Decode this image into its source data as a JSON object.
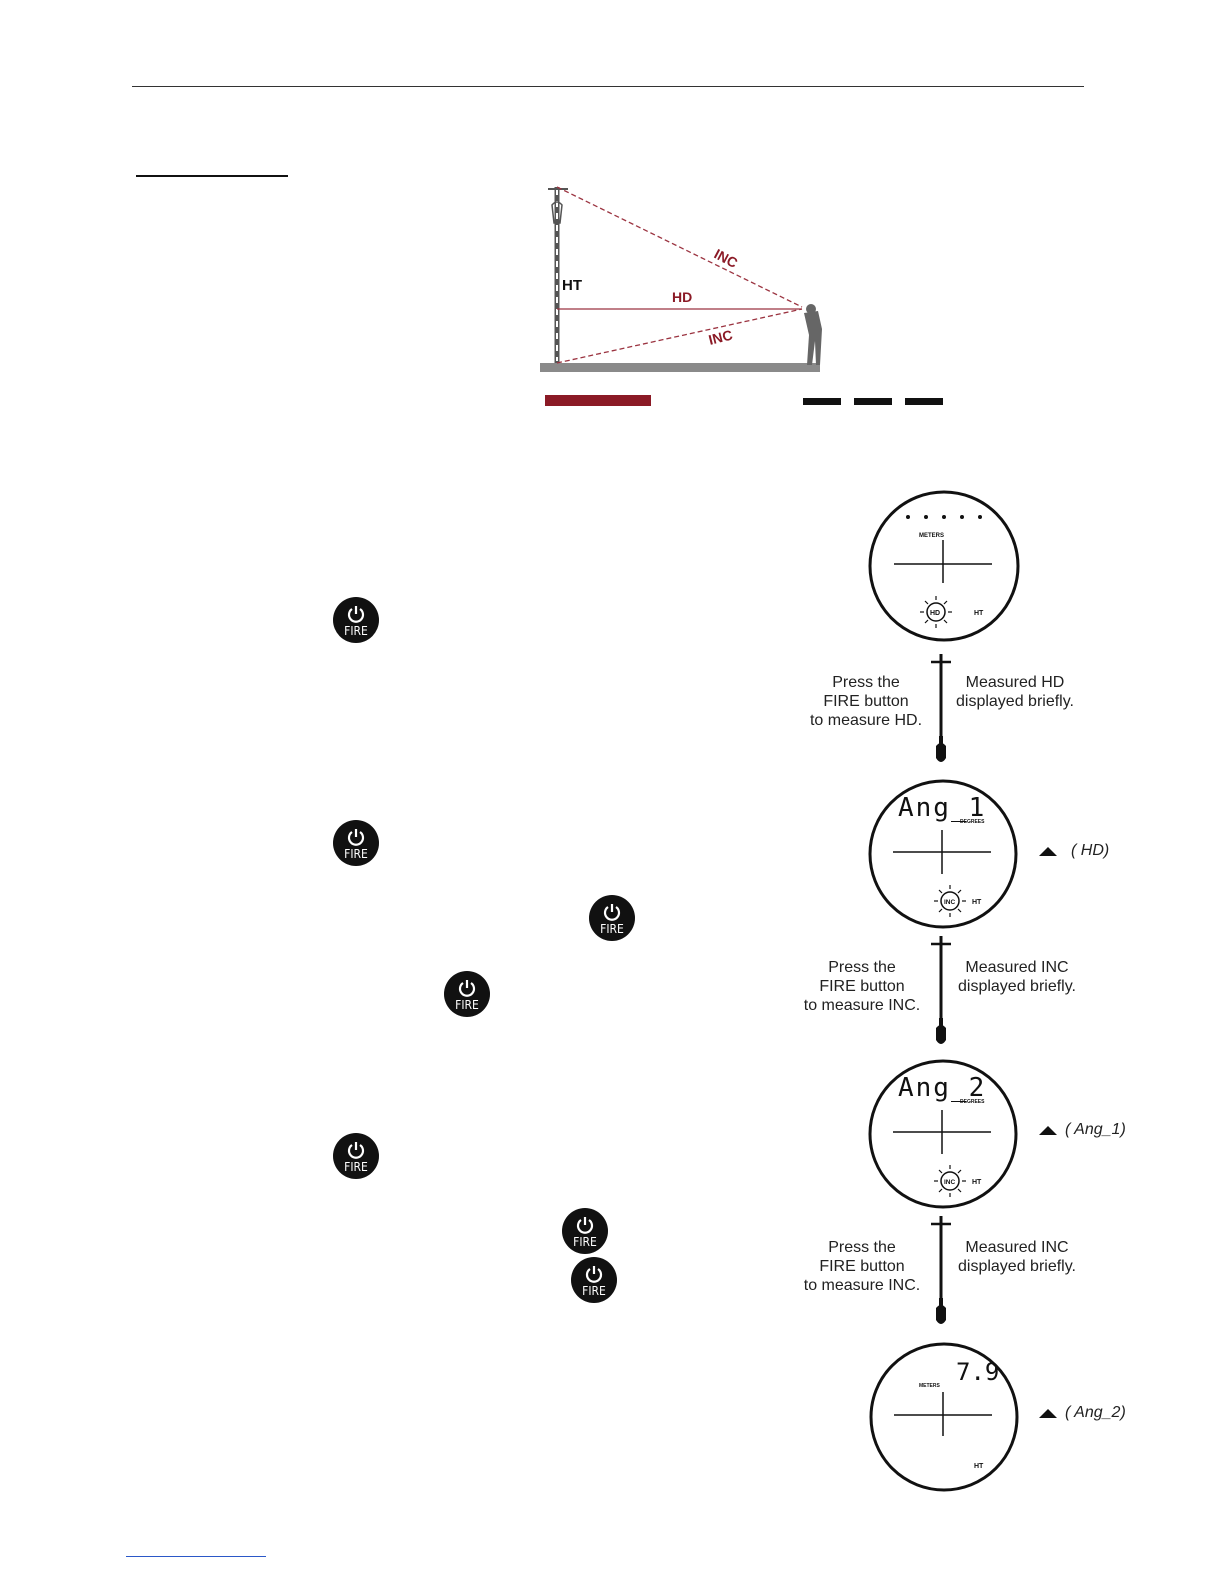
{
  "diagram": {
    "labels": {
      "ht": "HT",
      "hd": "HD",
      "inc_top": "INC",
      "inc_bottom": "INC"
    },
    "colors": {
      "accent": "#8b1a26",
      "line": "#c06a72"
    }
  },
  "fire_label": "FIRE",
  "screens": [
    {
      "id": "screen1",
      "unit": "METERS",
      "mode_icon": "HD",
      "ht": "HT"
    },
    {
      "id": "screen2",
      "readout": "Ang_1",
      "unit": "DEGREES",
      "mode_icon": "INC",
      "ht": "HT",
      "ref_label": "( HD)"
    },
    {
      "id": "screen3",
      "readout": "Ang_2",
      "unit": "DEGREES",
      "mode_icon": "INC",
      "ht": "HT",
      "ref_label": "( Ang_1)"
    },
    {
      "id": "screen4",
      "readout": "7.9",
      "unit": "METERS",
      "ht": "HT",
      "ref_label": "( Ang_2)"
    }
  ],
  "steps": [
    {
      "left": [
        "Press the",
        "FIRE button",
        "to measure HD."
      ],
      "right": [
        "Measured HD",
        "displayed briefly."
      ]
    },
    {
      "left": [
        "Press the",
        "FIRE button",
        "to measure INC."
      ],
      "right": [
        "Measured INC",
        "displayed briefly."
      ]
    },
    {
      "left": [
        "Press the",
        "FIRE button",
        "to measure INC."
      ],
      "right": [
        "Measured INC",
        "displayed briefly."
      ]
    }
  ]
}
